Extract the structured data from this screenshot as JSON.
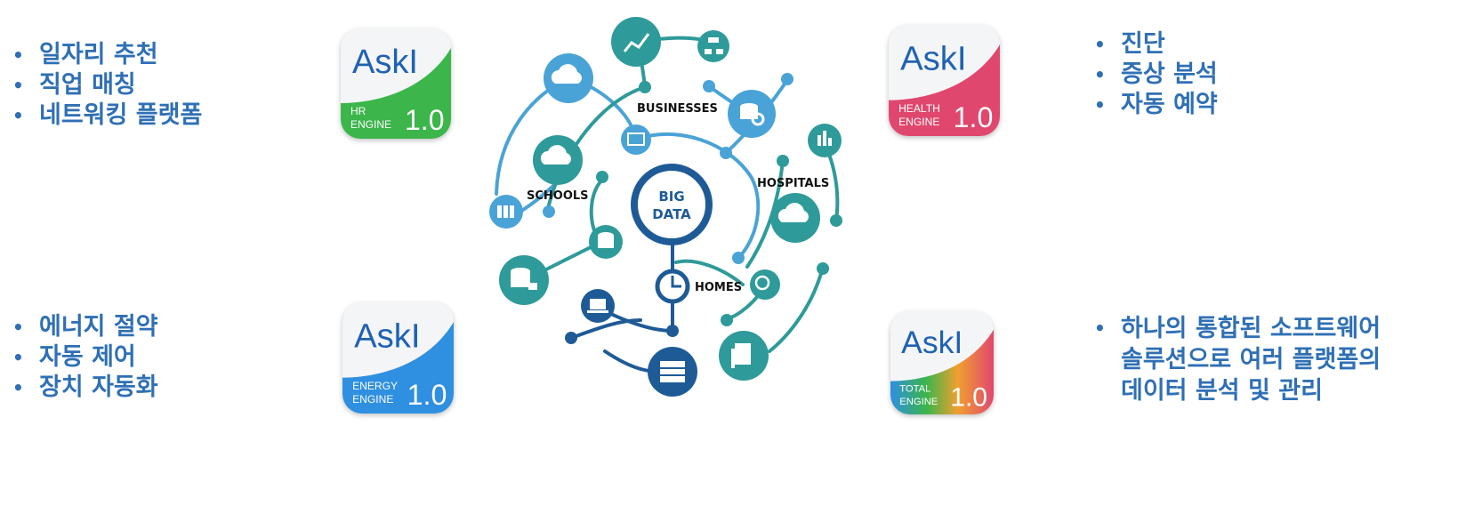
{
  "colors": {
    "bullet_text": "#2f6fb5",
    "hr": "#3cb54a",
    "health": "#e0476e",
    "energy": "#2f8fe0",
    "brand": "#1f62b3",
    "diagram_teal": "#2f9a9a",
    "diagram_blue": "#4aa3d6",
    "diagram_navy": "#1e5b96"
  },
  "hr": {
    "bullets": [
      "일자리 추천",
      "직업 매칭",
      "네트워킹 플랫폼"
    ],
    "icon": {
      "brand": "AskI",
      "line1": "HR",
      "line2": "ENGINE",
      "version": "1.0"
    }
  },
  "health": {
    "bullets": [
      "진단",
      "증상 분석",
      "자동 예약"
    ],
    "icon": {
      "brand": "AskI",
      "line1": "HEALTH",
      "line2": "ENGINE",
      "version": "1.0"
    }
  },
  "energy": {
    "bullets": [
      "에너지 절약",
      "자동 제어",
      "장치 자동화"
    ],
    "icon": {
      "brand": "AskI",
      "line1": "ENERGY",
      "line2": "ENGINE",
      "version": "1.0"
    }
  },
  "total": {
    "bullet_lines": [
      "하나의 통합된 소프트웨어",
      "솔루션으로 여러 플랫폼의",
      "데이터 분석 및 관리"
    ],
    "icon": {
      "brand": "AskI",
      "line1": "TOTAL",
      "line2": "ENGINE",
      "version": "1.0"
    }
  },
  "diagram": {
    "center_line1": "BIG",
    "center_line2": "DATA",
    "labels": {
      "businesses": "BUSINESSES",
      "schools": "SCHOOLS",
      "hospitals": "HOSPITALS",
      "homes": "HOMES"
    },
    "icons": [
      "line-chart-icon",
      "network-icon",
      "cloud-upload-icon",
      "database-search-icon",
      "analytics-icon",
      "cloud-database-icon",
      "bar-chart-icon",
      "binders-icon",
      "cloud-network-icon",
      "database-icon",
      "database-lock-icon",
      "search-chart-icon",
      "laptop-icon",
      "server-icon",
      "binary-document-icon"
    ]
  }
}
